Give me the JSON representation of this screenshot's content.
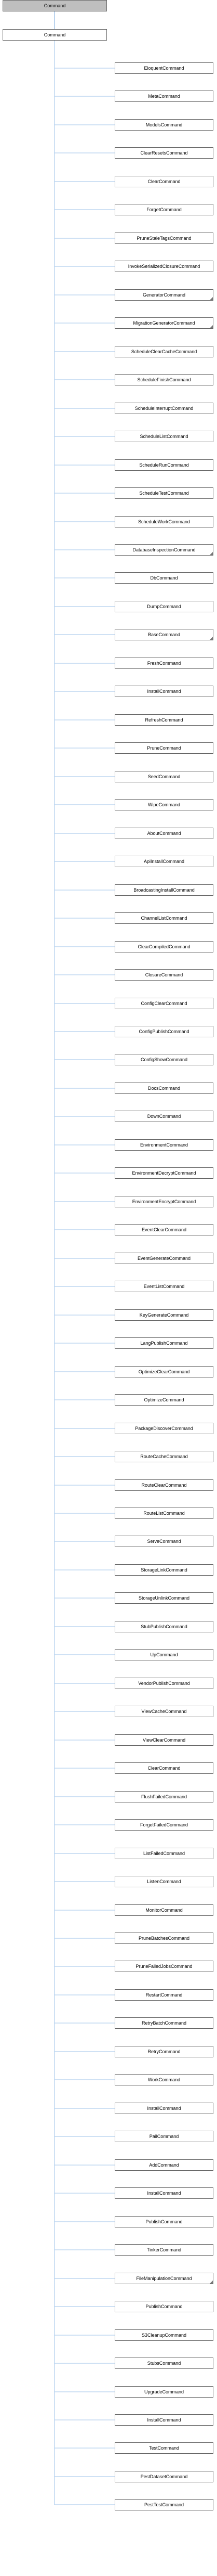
{
  "root": {
    "label": "Command",
    "shaded": true
  },
  "base": {
    "label": "Command"
  },
  "children": [
    {
      "label": "EloquentCommand",
      "has_children": false
    },
    {
      "label": "MetaCommand",
      "has_children": false
    },
    {
      "label": "ModelsCommand",
      "has_children": false
    },
    {
      "label": "ClearResetsCommand",
      "has_children": false
    },
    {
      "label": "ClearCommand",
      "has_children": false
    },
    {
      "label": "ForgetCommand",
      "has_children": false
    },
    {
      "label": "PruneStaleTagsCommand",
      "has_children": false
    },
    {
      "label": "InvokeSerializedClosureCommand",
      "has_children": false
    },
    {
      "label": "GeneratorCommand",
      "has_children": true
    },
    {
      "label": "MigrationGeneratorCommand",
      "has_children": true
    },
    {
      "label": "ScheduleClearCacheCommand",
      "has_children": false
    },
    {
      "label": "ScheduleFinishCommand",
      "has_children": false
    },
    {
      "label": "ScheduleInterruptCommand",
      "has_children": false
    },
    {
      "label": "ScheduleListCommand",
      "has_children": false
    },
    {
      "label": "ScheduleRunCommand",
      "has_children": false
    },
    {
      "label": "ScheduleTestCommand",
      "has_children": false
    },
    {
      "label": "ScheduleWorkCommand",
      "has_children": false
    },
    {
      "label": "DatabaseInspectionCommand",
      "has_children": true
    },
    {
      "label": "DbCommand",
      "has_children": false
    },
    {
      "label": "DumpCommand",
      "has_children": false
    },
    {
      "label": "BaseCommand",
      "has_children": true
    },
    {
      "label": "FreshCommand",
      "has_children": false
    },
    {
      "label": "InstallCommand",
      "has_children": false
    },
    {
      "label": "RefreshCommand",
      "has_children": false
    },
    {
      "label": "PruneCommand",
      "has_children": false
    },
    {
      "label": "SeedCommand",
      "has_children": false
    },
    {
      "label": "WipeCommand",
      "has_children": false
    },
    {
      "label": "AboutCommand",
      "has_children": false
    },
    {
      "label": "ApiInstallCommand",
      "has_children": false
    },
    {
      "label": "BroadcastingInstallCommand",
      "has_children": false
    },
    {
      "label": "ChannelListCommand",
      "has_children": false
    },
    {
      "label": "ClearCompiledCommand",
      "has_children": false
    },
    {
      "label": "ClosureCommand",
      "has_children": false
    },
    {
      "label": "ConfigClearCommand",
      "has_children": false
    },
    {
      "label": "ConfigPublishCommand",
      "has_children": false
    },
    {
      "label": "ConfigShowCommand",
      "has_children": false
    },
    {
      "label": "DocsCommand",
      "has_children": false
    },
    {
      "label": "DownCommand",
      "has_children": false
    },
    {
      "label": "EnvironmentCommand",
      "has_children": false
    },
    {
      "label": "EnvironmentDecryptCommand",
      "has_children": false
    },
    {
      "label": "EnvironmentEncryptCommand",
      "has_children": false
    },
    {
      "label": "EventClearCommand",
      "has_children": false
    },
    {
      "label": "EventGenerateCommand",
      "has_children": false
    },
    {
      "label": "EventListCommand",
      "has_children": false
    },
    {
      "label": "KeyGenerateCommand",
      "has_children": false
    },
    {
      "label": "LangPublishCommand",
      "has_children": false
    },
    {
      "label": "OptimizeClearCommand",
      "has_children": false
    },
    {
      "label": "OptimizeCommand",
      "has_children": false
    },
    {
      "label": "PackageDiscoverCommand",
      "has_children": false
    },
    {
      "label": "RouteCacheCommand",
      "has_children": false
    },
    {
      "label": "RouteClearCommand",
      "has_children": false
    },
    {
      "label": "RouteListCommand",
      "has_children": false
    },
    {
      "label": "ServeCommand",
      "has_children": false
    },
    {
      "label": "StorageLinkCommand",
      "has_children": false
    },
    {
      "label": "StorageUnlinkCommand",
      "has_children": false
    },
    {
      "label": "StubPublishCommand",
      "has_children": false
    },
    {
      "label": "UpCommand",
      "has_children": false
    },
    {
      "label": "VendorPublishCommand",
      "has_children": false
    },
    {
      "label": "ViewCacheCommand",
      "has_children": false
    },
    {
      "label": "ViewClearCommand",
      "has_children": false
    },
    {
      "label": "ClearCommand",
      "has_children": false
    },
    {
      "label": "FlushFailedCommand",
      "has_children": false
    },
    {
      "label": "ForgetFailedCommand",
      "has_children": false
    },
    {
      "label": "ListFailedCommand",
      "has_children": false
    },
    {
      "label": "ListenCommand",
      "has_children": false
    },
    {
      "label": "MonitorCommand",
      "has_children": false
    },
    {
      "label": "PruneBatchesCommand",
      "has_children": false
    },
    {
      "label": "PruneFailedJobsCommand",
      "has_children": false
    },
    {
      "label": "RestartCommand",
      "has_children": false
    },
    {
      "label": "RetryBatchCommand",
      "has_children": false
    },
    {
      "label": "RetryCommand",
      "has_children": false
    },
    {
      "label": "WorkCommand",
      "has_children": false
    },
    {
      "label": "InstallCommand",
      "has_children": false
    },
    {
      "label": "PailCommand",
      "has_children": false
    },
    {
      "label": "AddCommand",
      "has_children": false
    },
    {
      "label": "InstallCommand",
      "has_children": false
    },
    {
      "label": "PublishCommand",
      "has_children": false
    },
    {
      "label": "TinkerCommand",
      "has_children": false
    },
    {
      "label": "FileManipulationCommand",
      "has_children": true
    },
    {
      "label": "PublishCommand",
      "has_children": false
    },
    {
      "label": "S3CleanupCommand",
      "has_children": false
    },
    {
      "label": "StubsCommand",
      "has_children": false
    },
    {
      "label": "UpgradeCommand",
      "has_children": false
    },
    {
      "label": "InstallCommand",
      "has_children": false
    },
    {
      "label": "TestCommand",
      "has_children": false
    },
    {
      "label": "PestDatasetCommand",
      "has_children": false
    },
    {
      "label": "PestTestCommand",
      "has_children": false
    }
  ]
}
